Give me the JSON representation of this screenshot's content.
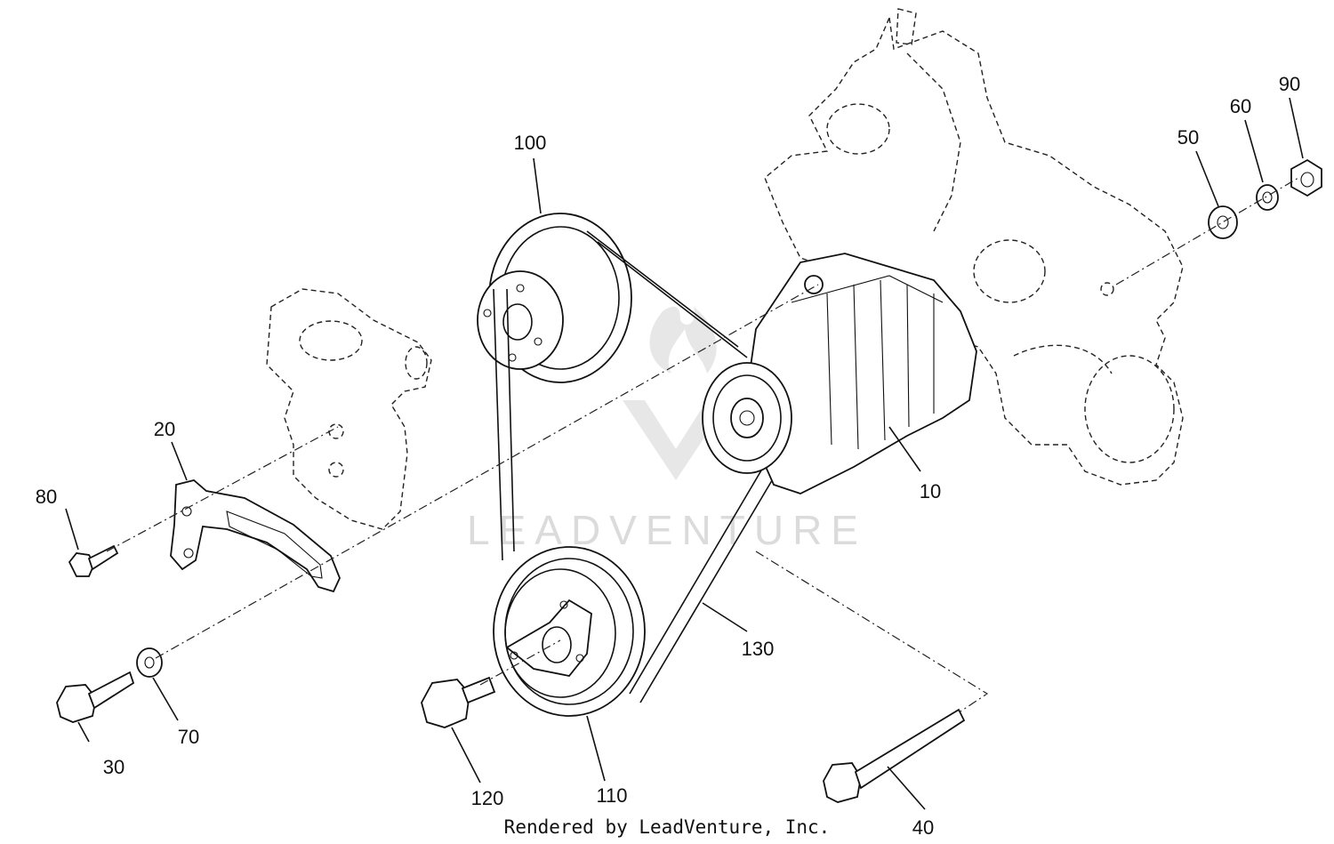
{
  "callouts": {
    "c10": "10",
    "c20": "20",
    "c30": "30",
    "c40": "40",
    "c50": "50",
    "c60": "60",
    "c70": "70",
    "c80": "80",
    "c90": "90",
    "c100": "100",
    "c110": "110",
    "c120": "120",
    "c130": "130"
  },
  "watermark": "LEADVENTURE",
  "footer": "Rendered by LeadVenture, Inc."
}
